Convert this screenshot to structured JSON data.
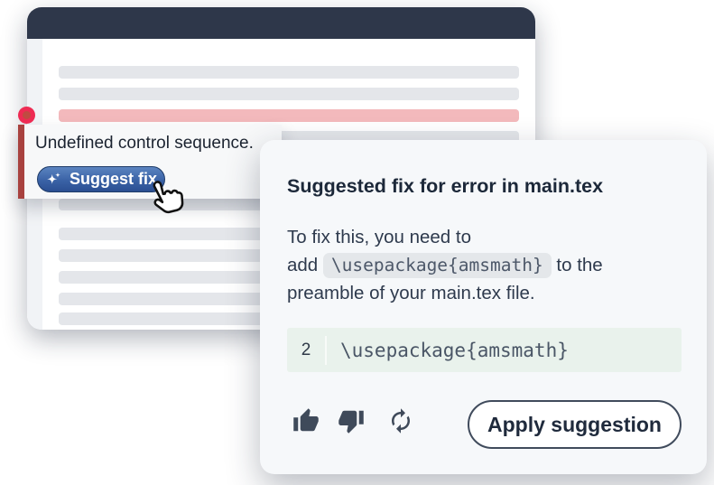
{
  "editor_window": {
    "error_tooltip": {
      "message": "Undefined control sequence.",
      "suggest_button_label": "Suggest fix"
    }
  },
  "suggestion_panel": {
    "title": "Suggested fix for error in main.tex",
    "body": {
      "line1": "To fix this, you need to",
      "line2_prefix": "add ",
      "line2_code": "\\usepackage{amsmath}",
      "line2_suffix": " to the",
      "line3": "preamble of your main.tex file."
    },
    "code_block": {
      "line_number": "2",
      "code": "\\usepackage{amsmath}"
    },
    "apply_button_label": "Apply suggestion"
  },
  "colors": {
    "header_navy": "#2e374a",
    "error_line_pink": "#f3b9bc",
    "error_marker_red": "#ee2b53",
    "error_bar_red": "#a8423f",
    "suggest_blue_top": "#5b84c0",
    "suggest_blue_bottom": "#2b4f92",
    "code_block_green": "#e9f2ec",
    "panel_bg": "#f6f8fa",
    "icon_slate": "#3f4a5a"
  }
}
